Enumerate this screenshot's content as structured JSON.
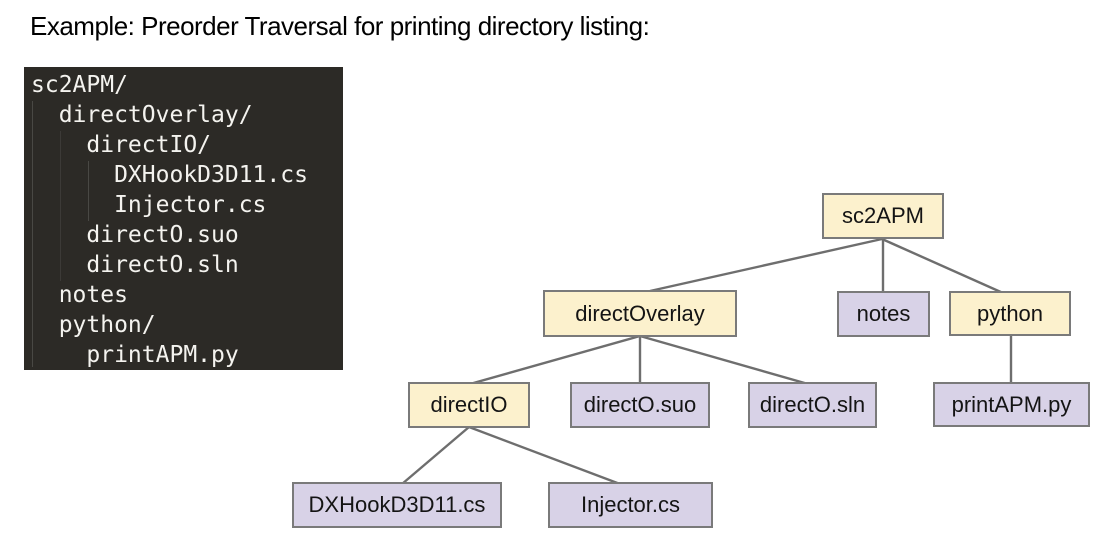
{
  "title": "Example: Preorder Traversal for printing directory listing:",
  "terminal": {
    "lines": [
      "sc2APM/",
      "  directOverlay/",
      "    directIO/",
      "      DXHookD3D11.cs",
      "      Injector.cs",
      "    directO.suo",
      "    directO.sln",
      "  notes",
      "  python/",
      "    printAPM.py"
    ],
    "bg_color": "#2c2a26",
    "text_color": "#f4f3ef"
  },
  "tree": {
    "colors": {
      "folder_fill": "#fcf1cd",
      "file_fill": "#d8d2e7",
      "border": "#7a7a7a",
      "edge": "#6e6e6e"
    },
    "nodes": [
      {
        "id": "sc2APM",
        "label": "sc2APM",
        "kind": "folder"
      },
      {
        "id": "directOverlay",
        "label": "directOverlay",
        "kind": "folder"
      },
      {
        "id": "notes",
        "label": "notes",
        "kind": "file"
      },
      {
        "id": "python",
        "label": "python",
        "kind": "folder"
      },
      {
        "id": "directIO",
        "label": "directIO",
        "kind": "folder"
      },
      {
        "id": "directO.suo",
        "label": "directO.suo",
        "kind": "file"
      },
      {
        "id": "directO.sln",
        "label": "directO.sln",
        "kind": "file"
      },
      {
        "id": "printAPM.py",
        "label": "printAPM.py",
        "kind": "file"
      },
      {
        "id": "DXHookD3D11.cs",
        "label": "DXHookD3D11.cs",
        "kind": "file"
      },
      {
        "id": "Injector.cs",
        "label": "Injector.cs",
        "kind": "file"
      }
    ],
    "edges": [
      {
        "from": "sc2APM",
        "to": "directOverlay"
      },
      {
        "from": "sc2APM",
        "to": "notes"
      },
      {
        "from": "sc2APM",
        "to": "python"
      },
      {
        "from": "directOverlay",
        "to": "directIO"
      },
      {
        "from": "directOverlay",
        "to": "directO.suo"
      },
      {
        "from": "directOverlay",
        "to": "directO.sln"
      },
      {
        "from": "directIO",
        "to": "DXHookD3D11.cs"
      },
      {
        "from": "directIO",
        "to": "Injector.cs"
      },
      {
        "from": "python",
        "to": "printAPM.py"
      }
    ]
  }
}
